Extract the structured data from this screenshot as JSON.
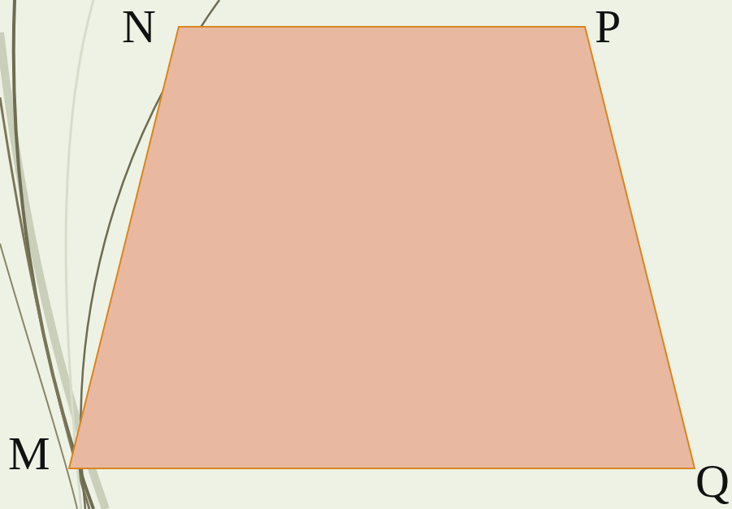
{
  "diagram": {
    "labels": [
      "N",
      "P",
      "M",
      "Q"
    ]
  }
}
